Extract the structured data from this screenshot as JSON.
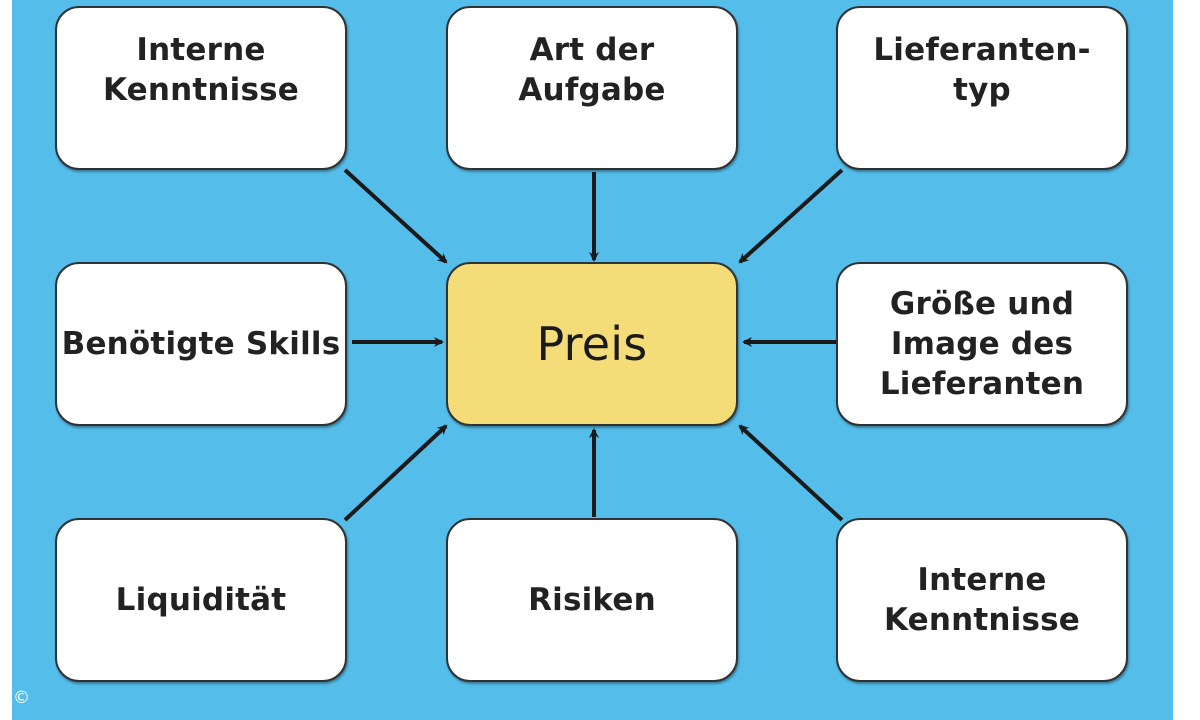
{
  "center": {
    "label": "Preis"
  },
  "factors": [
    {
      "label": "Interne\nKenntnisse"
    },
    {
      "label": "Art der\nAufgabe"
    },
    {
      "label": "Lieferanten-\ntyp"
    },
    {
      "label": "Benötigte Skills"
    },
    {
      "label": "Größe und\nImage des\nLieferanten"
    },
    {
      "label": "Liquidität"
    },
    {
      "label": "Risiken"
    },
    {
      "label": "Interne\nKenntnisse"
    }
  ],
  "copyright": "©",
  "colors": {
    "background": "#54bde9",
    "center": "#f4dc78",
    "box": "#ffffff"
  }
}
